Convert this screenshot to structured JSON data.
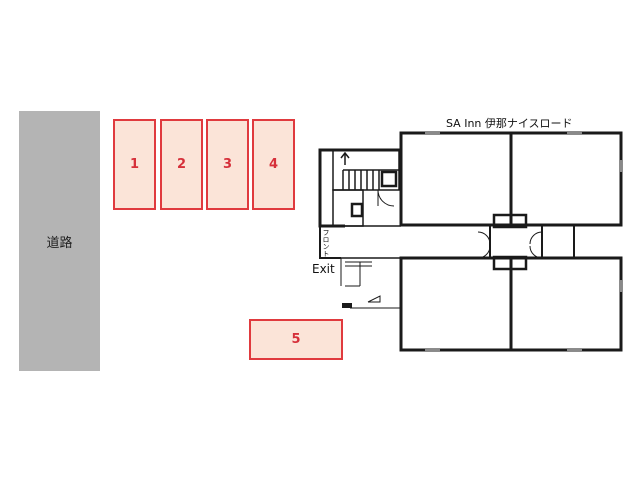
{
  "road": {
    "label": "道路"
  },
  "parking": [
    {
      "label": "1"
    },
    {
      "label": "2"
    },
    {
      "label": "3"
    },
    {
      "label": "4"
    },
    {
      "label": "5"
    }
  ],
  "building": {
    "title": "SA Inn 伊那ナイスロード",
    "front_label": "フロント",
    "exit_label": "Exit"
  },
  "colors": {
    "road": "#b4b4b4",
    "slot_border": "#e03a3e",
    "slot_fill": "#fbe4d8",
    "slot_text": "#d6303a",
    "wall": "#1a1a1a"
  }
}
